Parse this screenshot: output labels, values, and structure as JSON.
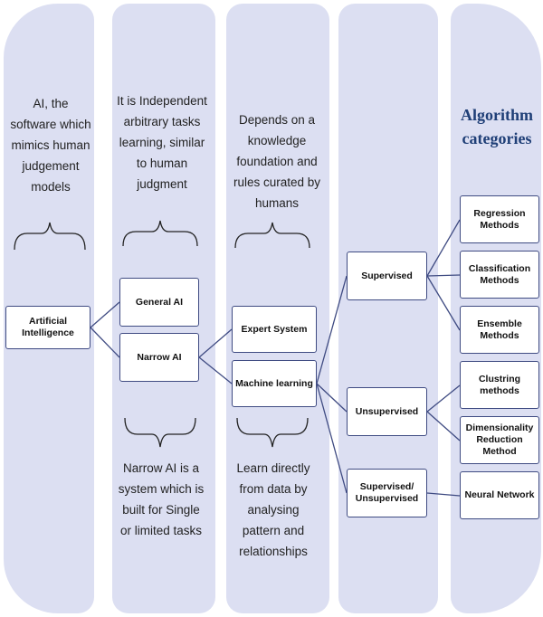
{
  "notes": {
    "ai": "AI, the software which mimics human judgement models",
    "independent": "It is Independent arbitrary tasks learning, similar to human judgment",
    "knowledge": "Depends on a knowledge foundation and rules curated by humans",
    "narrow": "Narrow AI is a system which is built for Single or limited tasks",
    "learn": "Learn directly from data by analysing pattern and relationships"
  },
  "title": "Algorithm categories",
  "nodes": {
    "artificial_intelligence": "Artificial Intelligence",
    "general_ai": "General AI",
    "narrow_ai": "Narrow AI",
    "expert_system": "Expert System",
    "machine_learning": "Machine learning",
    "supervised": "Supervised",
    "unsupervised": "Unsupervised",
    "supervised_unsupervised": "Supervised/ Unsupervised",
    "regression": "Regression Methods",
    "classification": "Classification Methods",
    "ensemble": "Ensemble Methods",
    "clustring": "Clustring methods",
    "dimensionality": "Dimensionality Reduction Method",
    "neural_network": "Neural Network"
  },
  "colors": {
    "column": "#dcdff2",
    "line": "#3f4b82",
    "title": "#1f3f77"
  }
}
